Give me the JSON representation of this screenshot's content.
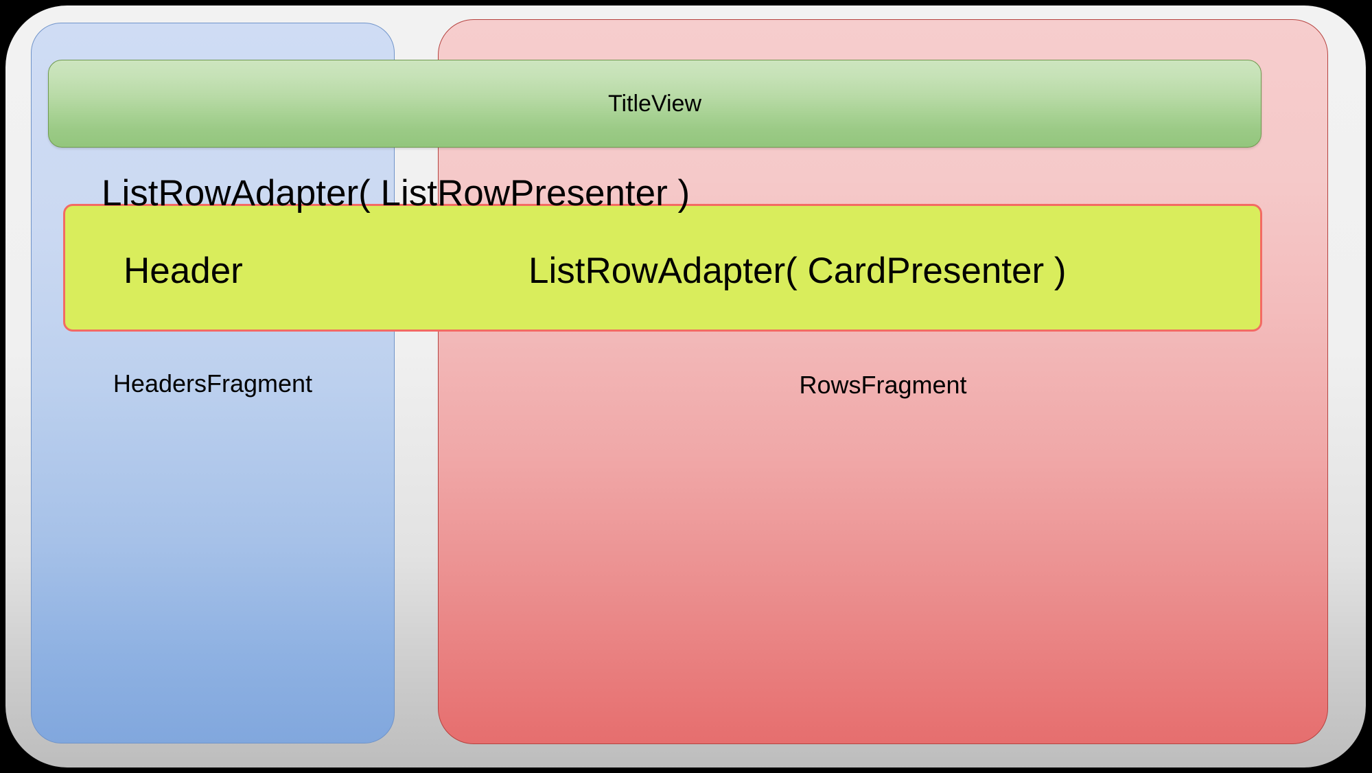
{
  "diagram": {
    "title": "Android Leanback BrowseFragment structure",
    "shell": {
      "name": "browse-fragment-shell"
    },
    "fragments": [
      {
        "id": "headers-fragment",
        "label": "HeadersFragment",
        "color": "#a6c1e8",
        "border": "#6f93c9"
      },
      {
        "id": "rows-fragment",
        "label": "RowsFragment",
        "color": "#f0a8a8",
        "border": "#b5423f"
      }
    ],
    "title_view": {
      "label": "TitleView",
      "color": "#a8d294",
      "border": "#6f9a4e"
    },
    "row": {
      "adapter_label": "ListRowAdapter( ListRowPresenter )",
      "header_label": "Header",
      "card_adapter_label": "ListRowAdapter( CardPresenter )",
      "fill": "#d9ed5c",
      "border": "#f36a63"
    }
  }
}
